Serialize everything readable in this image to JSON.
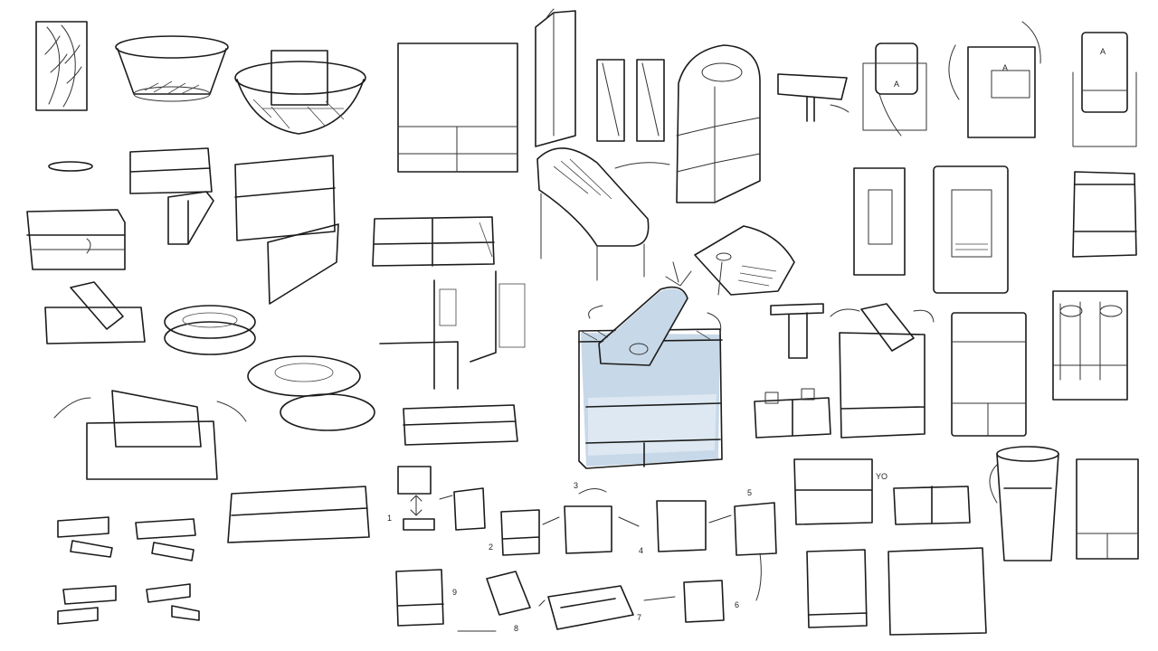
{
  "sketch_annotations": {
    "step_1": "1",
    "step_2": "2",
    "step_3": "3",
    "step_4": "4",
    "step_5": "5",
    "step_6": "6",
    "step_7": "7",
    "step_8": "8",
    "step_9": "9",
    "mark_a1": "A",
    "mark_a2": "A",
    "mark_a3": "A",
    "mark_yo": "YO"
  },
  "colors": {
    "ink": "#1b1b1b",
    "accent_fill": "#c7d8e8",
    "paper": "#ffffff"
  }
}
